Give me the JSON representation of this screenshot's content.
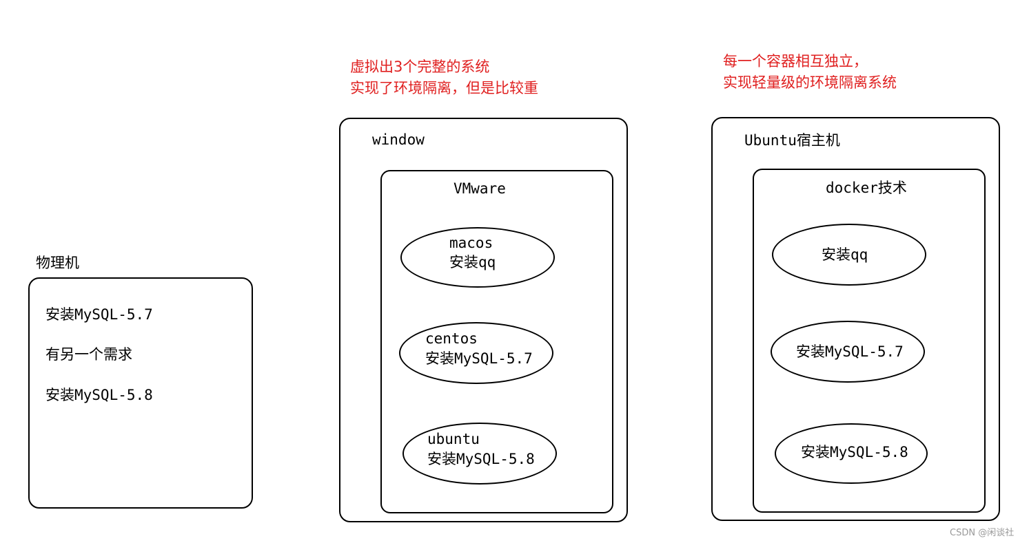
{
  "colors": {
    "annotation": "#e02020",
    "stroke": "#000000",
    "watermark": "#999999"
  },
  "physical": {
    "title": "物理机",
    "lines": [
      "安装MySQL-5.7",
      "有另一个需求",
      "安装MySQL-5.8"
    ]
  },
  "vm": {
    "note_line1": "虚拟出3个完整的系统",
    "note_line2": "实现了环境隔离，但是比较重",
    "outer_label": "window",
    "inner_label": "VMware",
    "guests": [
      {
        "name": "macos",
        "app": "安装qq"
      },
      {
        "name": "centos",
        "app": "安装MySQL-5.7"
      },
      {
        "name": "ubuntu",
        "app": "安装MySQL-5.8"
      }
    ]
  },
  "docker": {
    "note_line1": "每一个容器相互独立，",
    "note_line2": "实现轻量级的环境隔离系统",
    "outer_label": "Ubuntu宿主机",
    "inner_label": "docker技术",
    "containers": [
      {
        "app": "安装qq"
      },
      {
        "app": "安装MySQL-5.7"
      },
      {
        "app": "安装MySQL-5.8"
      }
    ]
  },
  "watermark": "CSDN @闲谈社"
}
